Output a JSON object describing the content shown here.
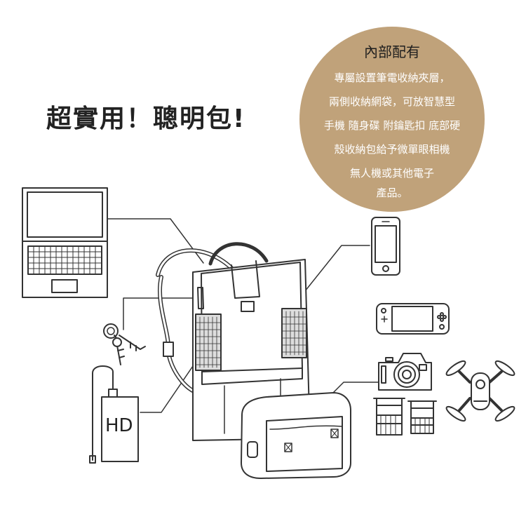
{
  "headline": "超實用！聰明包!",
  "badge": {
    "title": "內部配有",
    "lines": [
      "專屬設置筆電收納夾層，",
      "兩側收納網袋，可放智慧型",
      "手機 隨身碟 附鑰匙扣 底部硬",
      "殼收納包給予微單眼相機",
      "無人機或其他電子",
      "產品。"
    ],
    "color": "#c0a27a"
  },
  "items": {
    "hard_drive_label": "HD"
  },
  "icons": [
    "laptop-icon",
    "keys-icon",
    "hard-drive-icon",
    "smartphone-icon",
    "game-console-icon",
    "camera-icon",
    "lens-icon",
    "drone-icon",
    "backpack-icon",
    "hard-case-pouch-icon"
  ]
}
